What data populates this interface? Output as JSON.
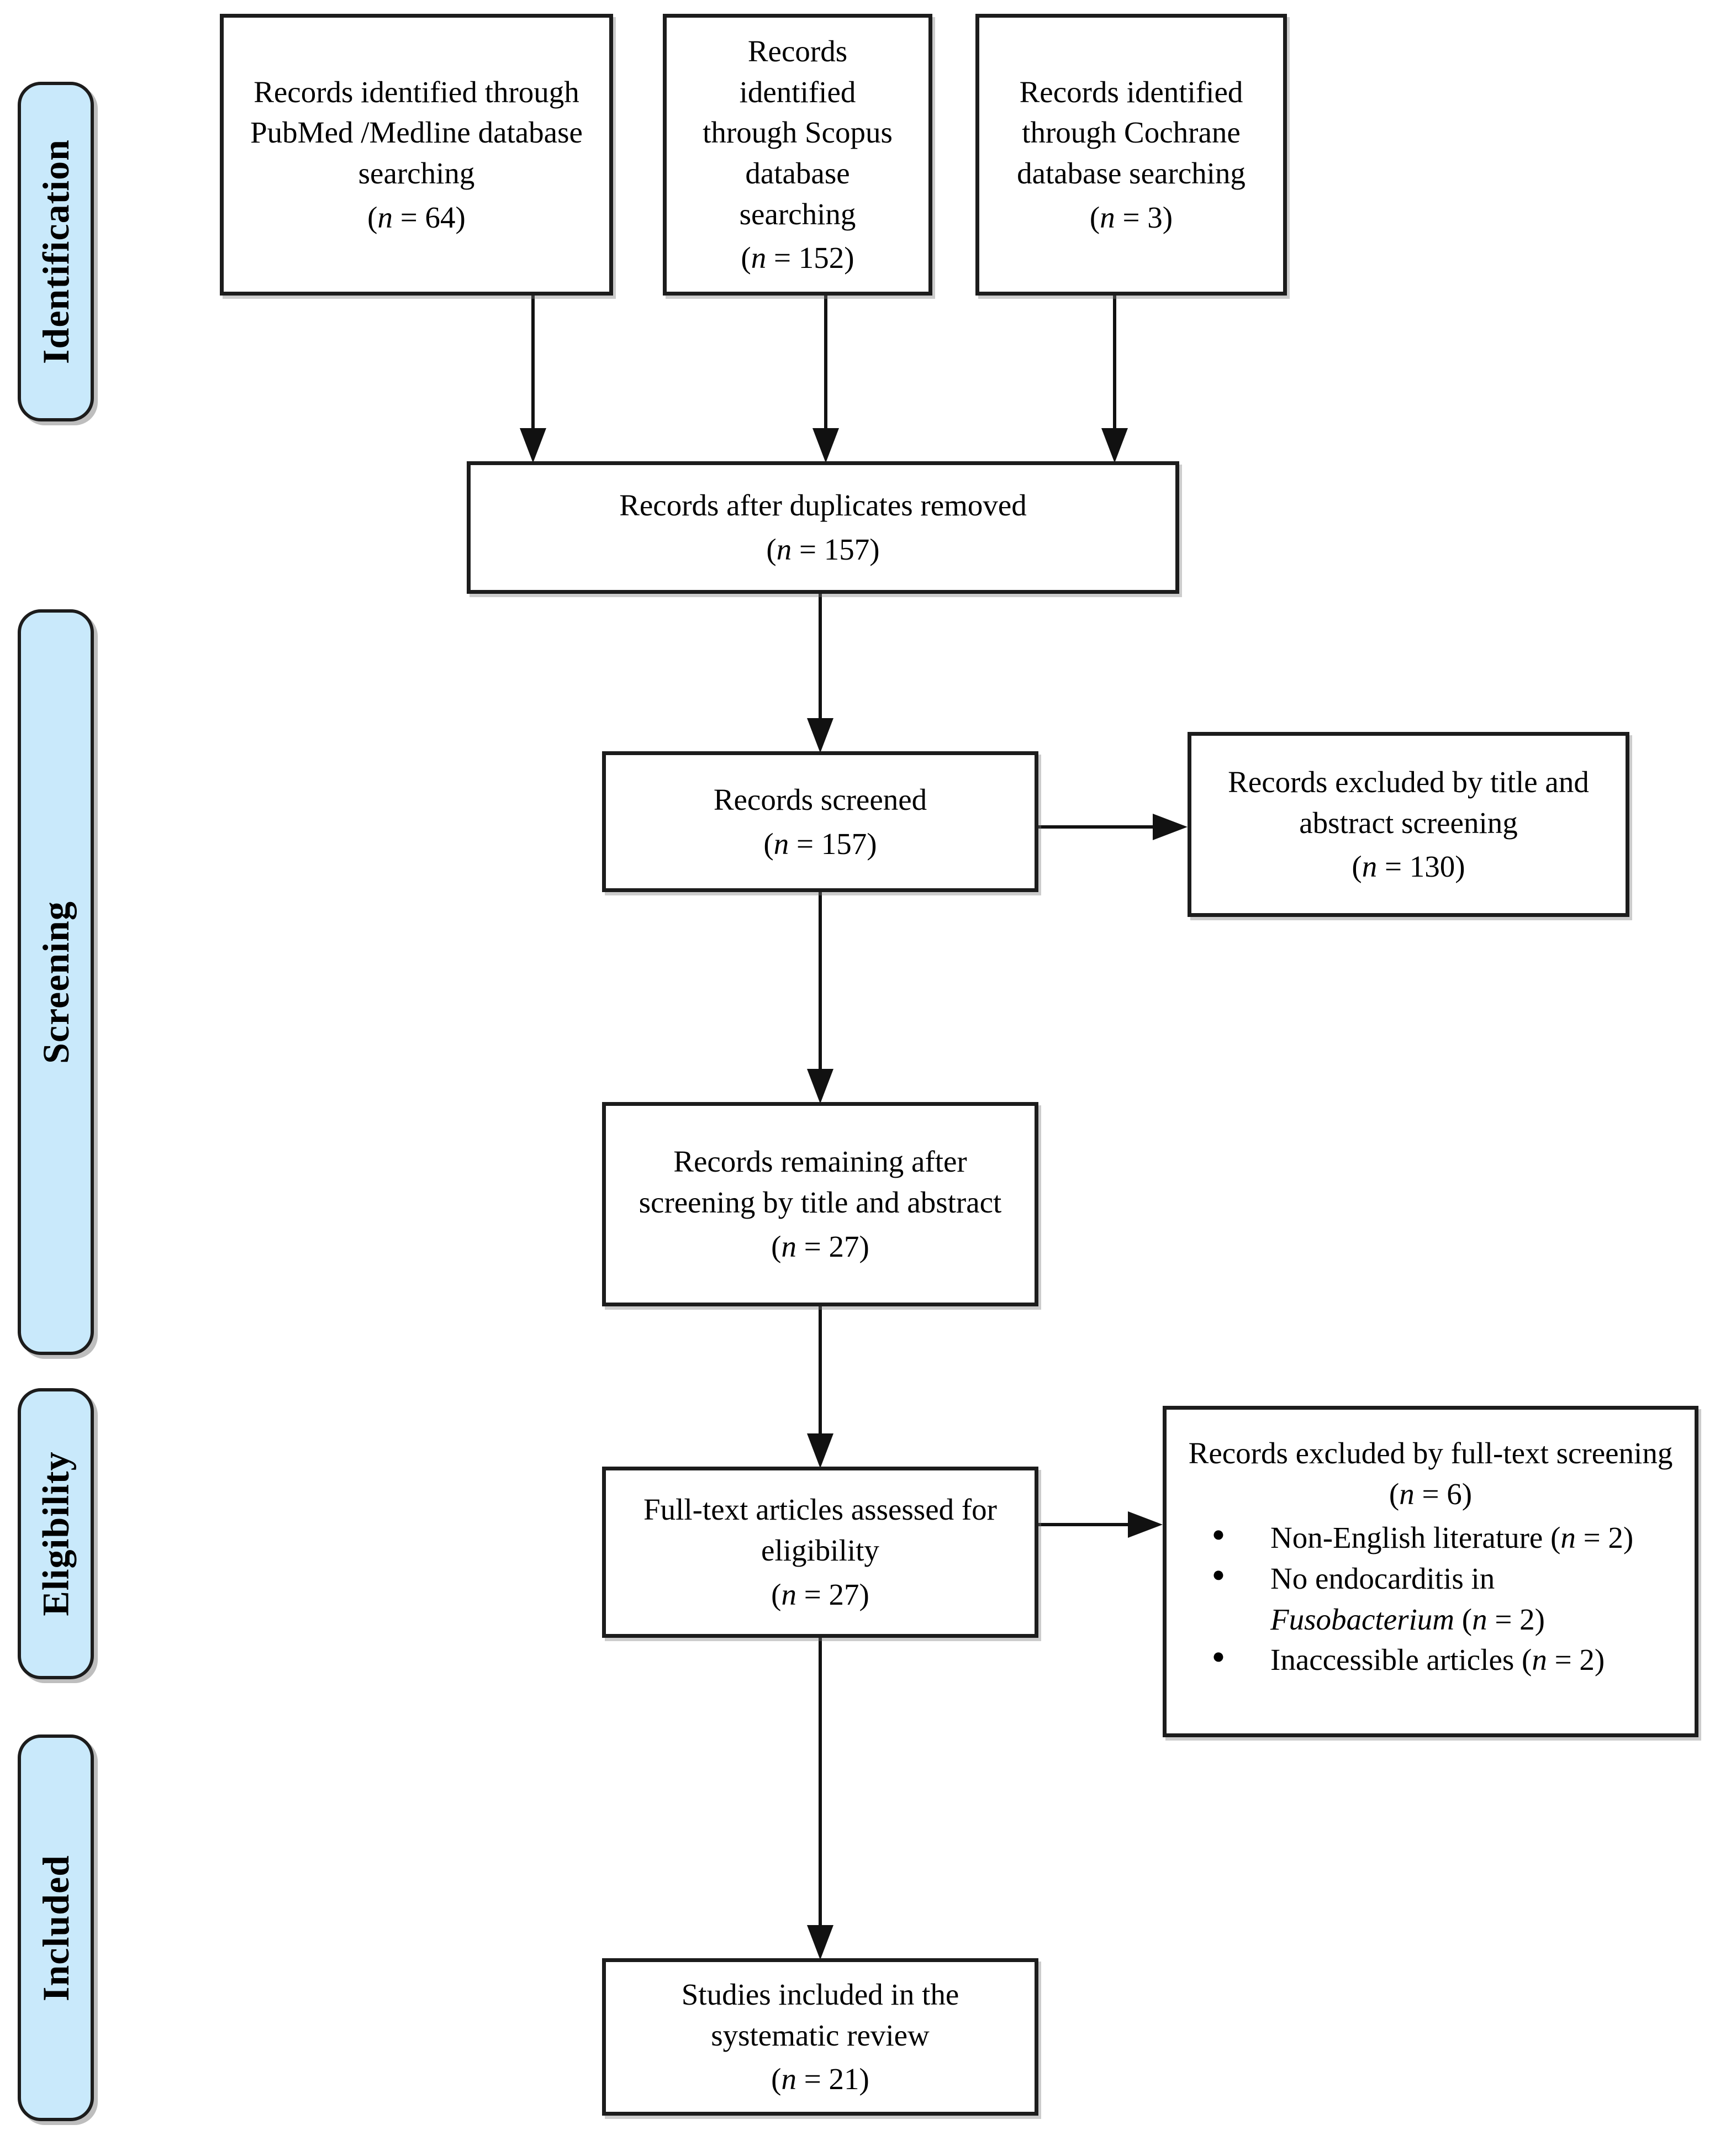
{
  "figure": {
    "stages": [
      {
        "label": "Identification"
      },
      {
        "label": "Screening"
      },
      {
        "label": "Eligibility"
      },
      {
        "label": "Included"
      }
    ],
    "boxes": {
      "pubmed": {
        "text": "Records identified through PubMed /Medline database searching",
        "count": "(n = 64)"
      },
      "scopus": {
        "text": "Records identified through Scopus database searching",
        "count": "(n = 152)"
      },
      "cochrane": {
        "text": "Records identified through Cochrane database searching",
        "count": "(n = 3)"
      },
      "duplicates": {
        "text": "Records after duplicates removed",
        "count": "(n = 157)"
      },
      "screened": {
        "text": "Records screened",
        "count": "(n = 157)"
      },
      "excluded_title_abstract": {
        "text": "Records excluded by title and abstract screening",
        "count": "(n = 130)"
      },
      "remaining": {
        "text": "Records remaining after screening by title and abstract",
        "count": "(n = 27)"
      },
      "fulltext": {
        "text": "Full-text articles assessed for eligibility",
        "count": "(n = 27)"
      },
      "excluded_fulltext": {
        "title": "Records excluded by full-text screening (n = 6)",
        "bullets": [
          "Non-English literature (n = 2)",
          "No endocarditis in Fusobacterium (n = 2)",
          "Inaccessible articles (n = 2)"
        ]
      },
      "included_studies": {
        "text": "Studies included in the systematic review",
        "count": "(n = 21)"
      }
    },
    "colors": {
      "stage_fill": "#c9e9fb",
      "border": "#1c1c1c",
      "box_fill": "#ffffff",
      "arrow": "#111111",
      "text": "#000000"
    },
    "rich": {
      "italic_words": [
        "Fusobacterium",
        "n"
      ]
    }
  }
}
